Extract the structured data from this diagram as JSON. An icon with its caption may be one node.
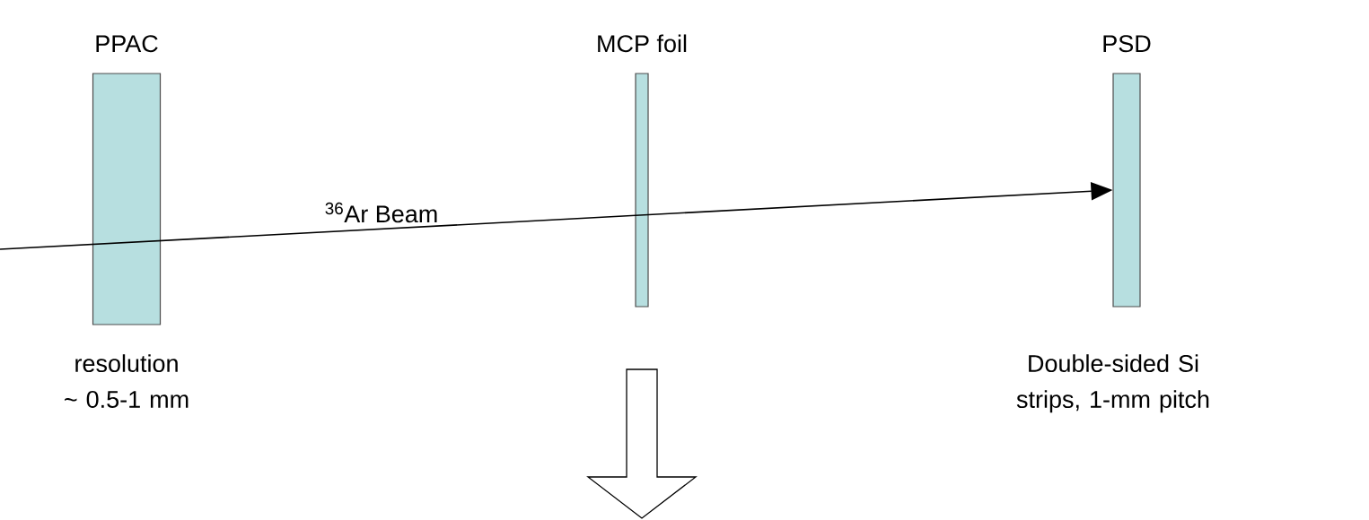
{
  "diagram": {
    "nodes": [
      {
        "text": [
          "PPAC"
        ],
        "beside": [
          "resolution ~ 0.5-1 mm"
        ]
      },
      {
        "text": [
          "MCP foil"
        ]
      },
      {
        "text": [
          "PSD"
        ],
        "beside": [
          "Double-sided Si strips, 1-mm pitch"
        ]
      }
    ],
    "edges": [
      {
        "from": null,
        "to": 2,
        "arrow": "to",
        "label": "$^{36}$Ar Beam"
      }
    ]
  }
}
